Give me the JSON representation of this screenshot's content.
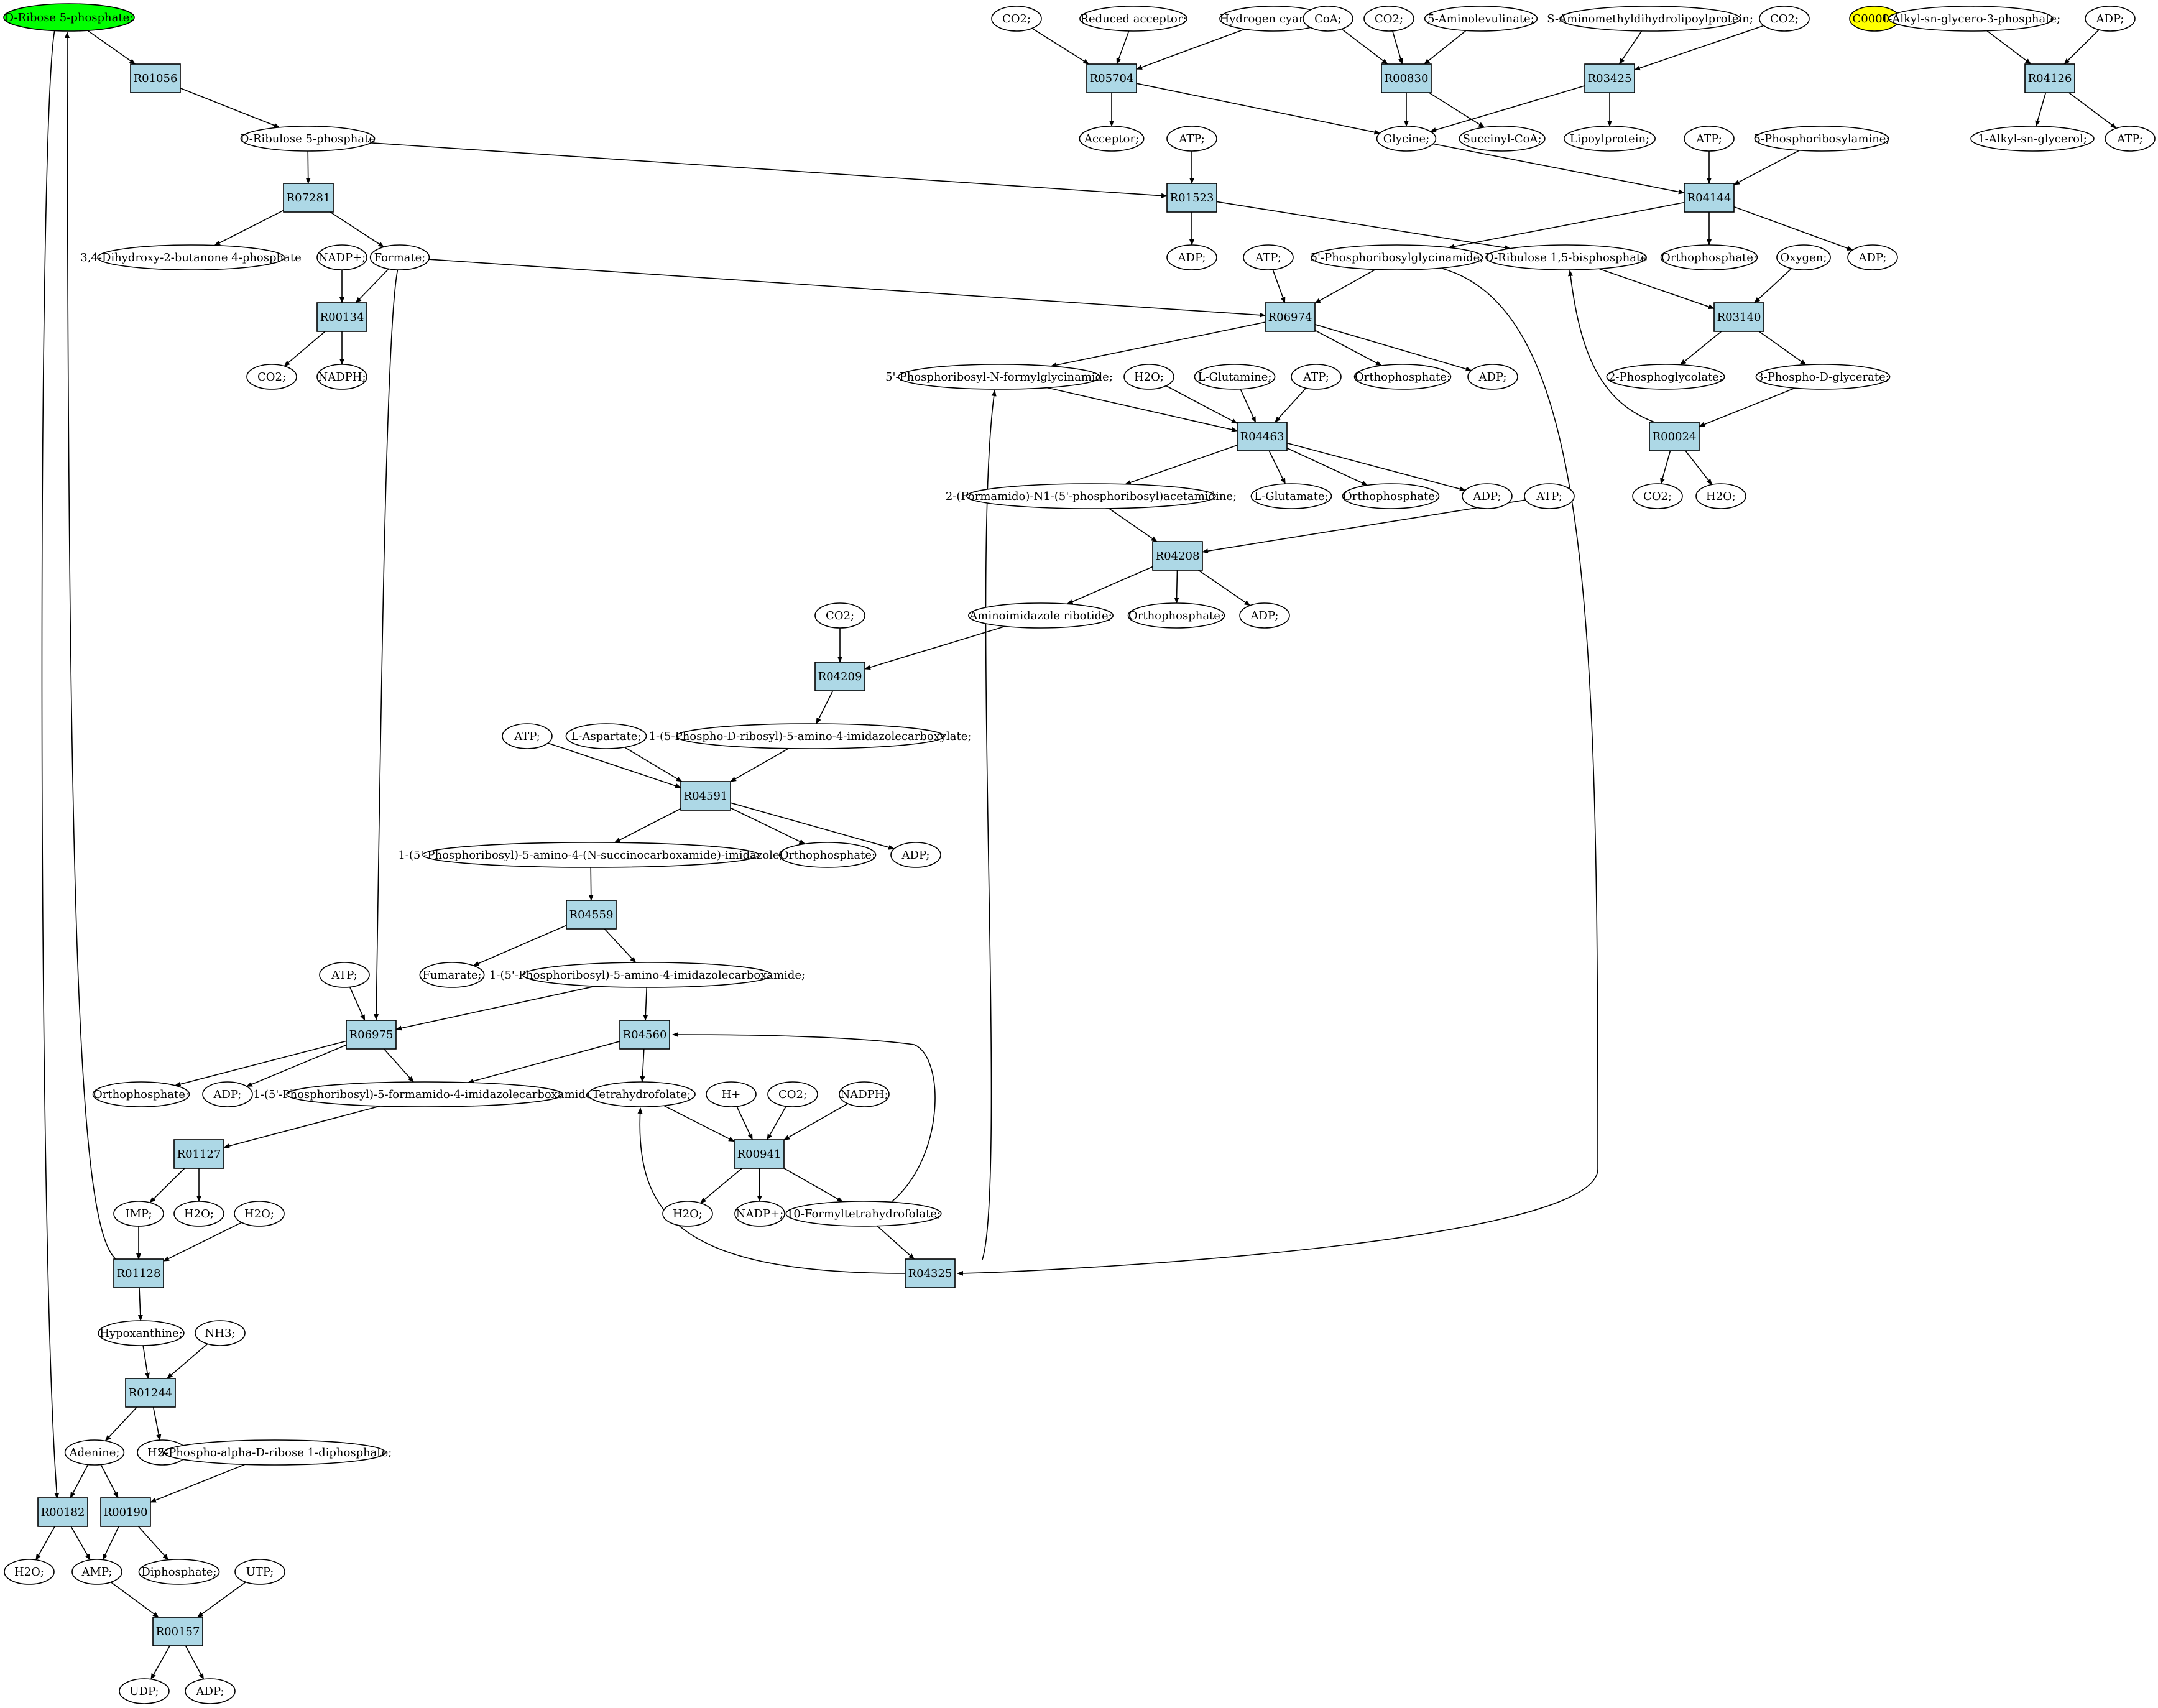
{
  "colors": {
    "reaction_fill": "#add8e6",
    "start_compound_fill": "#00ff00",
    "highlight_compound_fill": "#ffff00",
    "compound_fill": "#ffffff",
    "stroke": "#000000"
  },
  "nodes": [
    {
      "id": "c_rib5p",
      "label": "D-Ribose 5-phosphate;",
      "kind": "compound",
      "style": "start"
    },
    {
      "id": "R01056",
      "label": "R01056",
      "kind": "reaction"
    },
    {
      "id": "c_ru5p",
      "label": "D-Ribulose 5-phosphate",
      "kind": "compound"
    },
    {
      "id": "R07281",
      "label": "R07281",
      "kind": "reaction"
    },
    {
      "id": "c_dhbp",
      "label": "3,4-Dihydroxy-2-butanone 4-phosphate",
      "kind": "compound"
    },
    {
      "id": "c_formate",
      "label": "Formate;",
      "kind": "compound"
    },
    {
      "id": "c_nadpp1",
      "label": "NADP+;",
      "kind": "compound"
    },
    {
      "id": "R00134",
      "label": "R00134",
      "kind": "reaction"
    },
    {
      "id": "c_co2_134",
      "label": "CO2;",
      "kind": "compound"
    },
    {
      "id": "c_nadph1",
      "label": "NADPH;",
      "kind": "compound"
    },
    {
      "id": "c_co2_5704",
      "label": "CO2;",
      "kind": "compound"
    },
    {
      "id": "c_redacc",
      "label": "Reduced acceptor;",
      "kind": "compound"
    },
    {
      "id": "c_hcn",
      "label": "Hydrogen cyanide;",
      "kind": "compound"
    },
    {
      "id": "R05704",
      "label": "R05704",
      "kind": "reaction"
    },
    {
      "id": "c_acceptor",
      "label": "Acceptor;",
      "kind": "compound"
    },
    {
      "id": "c_coa",
      "label": "CoA;",
      "kind": "compound"
    },
    {
      "id": "c_co2_830",
      "label": "CO2;",
      "kind": "compound"
    },
    {
      "id": "c_ala",
      "label": "5-Aminolevulinate;",
      "kind": "compound"
    },
    {
      "id": "R00830",
      "label": "R00830",
      "kind": "reaction"
    },
    {
      "id": "c_glycine",
      "label": "Glycine;",
      "kind": "compound"
    },
    {
      "id": "c_succoa",
      "label": "Succinyl-CoA;",
      "kind": "compound"
    },
    {
      "id": "c_samdlp",
      "label": "S-Aminomethyldihydrolipoylprotein;",
      "kind": "compound"
    },
    {
      "id": "c_co2_3425",
      "label": "CO2;",
      "kind": "compound"
    },
    {
      "id": "R03425",
      "label": "R03425",
      "kind": "reaction"
    },
    {
      "id": "c_lipoyl",
      "label": "Lipoylprotein;",
      "kind": "compound"
    },
    {
      "id": "c_c00002",
      "label": "C00002",
      "kind": "compound",
      "style": "highlight"
    },
    {
      "id": "c_aggp",
      "label": "1-Alkyl-sn-glycero-3-phosphate;",
      "kind": "compound"
    },
    {
      "id": "c_adp_4126",
      "label": "ADP;",
      "kind": "compound"
    },
    {
      "id": "R04126",
      "label": "R04126",
      "kind": "reaction"
    },
    {
      "id": "c_asg",
      "label": "1-Alkyl-sn-glycerol;",
      "kind": "compound"
    },
    {
      "id": "c_atp_4126",
      "label": "ATP;",
      "kind": "compound"
    },
    {
      "id": "c_atp_1523",
      "label": "ATP;",
      "kind": "compound"
    },
    {
      "id": "R01523",
      "label": "R01523",
      "kind": "reaction"
    },
    {
      "id": "c_adp_1523",
      "label": "ADP;",
      "kind": "compound"
    },
    {
      "id": "c_atp_4144",
      "label": "ATP;",
      "kind": "compound"
    },
    {
      "id": "c_pra",
      "label": "5-Phosphoribosylamine;",
      "kind": "compound"
    },
    {
      "id": "R04144",
      "label": "R04144",
      "kind": "reaction"
    },
    {
      "id": "c_gar",
      "label": "5'-Phosphoribosylglycinamide;",
      "kind": "compound"
    },
    {
      "id": "c_rubp",
      "label": "D-Ribulose 1,5-bisphosphate",
      "kind": "compound"
    },
    {
      "id": "c_pi_4144",
      "label": "Orthophosphate;",
      "kind": "compound"
    },
    {
      "id": "c_adp_4144",
      "label": "ADP;",
      "kind": "compound"
    },
    {
      "id": "c_oxygen",
      "label": "Oxygen;",
      "kind": "compound"
    },
    {
      "id": "R03140",
      "label": "R03140",
      "kind": "reaction"
    },
    {
      "id": "c_2pg",
      "label": "2-Phosphoglycolate;",
      "kind": "compound"
    },
    {
      "id": "c_3pg",
      "label": "3-Phospho-D-glycerate;",
      "kind": "compound"
    },
    {
      "id": "R00024",
      "label": "R00024",
      "kind": "reaction"
    },
    {
      "id": "c_co2_24",
      "label": "CO2;",
      "kind": "compound"
    },
    {
      "id": "c_h2o_24",
      "label": "H2O;",
      "kind": "compound"
    },
    {
      "id": "c_atp_6974",
      "label": "ATP;",
      "kind": "compound"
    },
    {
      "id": "R06974",
      "label": "R06974",
      "kind": "reaction"
    },
    {
      "id": "c_fgar",
      "label": "5'-Phosphoribosyl-N-formylglycinamide;",
      "kind": "compound"
    },
    {
      "id": "c_pi_6974",
      "label": "Orthophosphate;",
      "kind": "compound"
    },
    {
      "id": "c_adp_6974",
      "label": "ADP;",
      "kind": "compound"
    },
    {
      "id": "c_h2o_4463",
      "label": "H2O;",
      "kind": "compound"
    },
    {
      "id": "c_gln",
      "label": "L-Glutamine;",
      "kind": "compound"
    },
    {
      "id": "c_atp_4463",
      "label": "ATP;",
      "kind": "compound"
    },
    {
      "id": "R04463",
      "label": "R04463",
      "kind": "reaction"
    },
    {
      "id": "c_fgam",
      "label": "2-(Formamido)-N1-(5'-phosphoribosyl)acetamidine;",
      "kind": "compound"
    },
    {
      "id": "c_glu",
      "label": "L-Glutamate;",
      "kind": "compound"
    },
    {
      "id": "c_pi_4463",
      "label": "Orthophosphate;",
      "kind": "compound"
    },
    {
      "id": "c_adp_4463",
      "label": "ADP;",
      "kind": "compound"
    },
    {
      "id": "c_atp_4208",
      "label": "ATP;",
      "kind": "compound"
    },
    {
      "id": "R04208",
      "label": "R04208",
      "kind": "reaction"
    },
    {
      "id": "c_air",
      "label": "Aminoimidazole ribotide;",
      "kind": "compound"
    },
    {
      "id": "c_pi_4208",
      "label": "Orthophosphate;",
      "kind": "compound"
    },
    {
      "id": "c_adp_4208",
      "label": "ADP;",
      "kind": "compound"
    },
    {
      "id": "c_co2_4209",
      "label": "CO2;",
      "kind": "compound"
    },
    {
      "id": "R04209",
      "label": "R04209",
      "kind": "reaction"
    },
    {
      "id": "c_cair",
      "label": "1-(5-Phospho-D-ribosyl)-5-amino-4-imidazolecarboxylate;",
      "kind": "compound"
    },
    {
      "id": "c_atp_4591",
      "label": "ATP;",
      "kind": "compound"
    },
    {
      "id": "c_asp",
      "label": "L-Aspartate;",
      "kind": "compound"
    },
    {
      "id": "R04591",
      "label": "R04591",
      "kind": "reaction"
    },
    {
      "id": "c_saicar",
      "label": "1-(5'-Phosphoribosyl)-5-amino-4-(N-succinocarboxamide)-imidazole;",
      "kind": "compound"
    },
    {
      "id": "c_pi_4591",
      "label": "Orthophosphate;",
      "kind": "compound"
    },
    {
      "id": "c_adp_4591",
      "label": "ADP;",
      "kind": "compound"
    },
    {
      "id": "R04559",
      "label": "R04559",
      "kind": "reaction"
    },
    {
      "id": "c_fumarate",
      "label": "Fumarate;",
      "kind": "compound"
    },
    {
      "id": "c_aicar",
      "label": "1-(5'-Phosphoribosyl)-5-amino-4-imidazolecarboxamide;",
      "kind": "compound"
    },
    {
      "id": "c_atp_6975",
      "label": "ATP;",
      "kind": "compound"
    },
    {
      "id": "R06975",
      "label": "R06975",
      "kind": "reaction"
    },
    {
      "id": "R04560",
      "label": "R04560",
      "kind": "reaction"
    },
    {
      "id": "c_pi_6975",
      "label": "Orthophosphate;",
      "kind": "compound"
    },
    {
      "id": "c_adp_6975",
      "label": "ADP;",
      "kind": "compound"
    },
    {
      "id": "c_faicar",
      "label": "1-(5'-Phosphoribosyl)-5-formamido-4-imidazolecarboxamide;",
      "kind": "compound"
    },
    {
      "id": "c_thf",
      "label": "Tetrahydrofolate;",
      "kind": "compound"
    },
    {
      "id": "c_hplus",
      "label": "H+",
      "kind": "compound"
    },
    {
      "id": "c_co2_941",
      "label": "CO2;",
      "kind": "compound"
    },
    {
      "id": "c_nadph_941",
      "label": "NADPH;",
      "kind": "compound"
    },
    {
      "id": "R00941",
      "label": "R00941",
      "kind": "reaction"
    },
    {
      "id": "c_h2o_941",
      "label": "H2O;",
      "kind": "compound"
    },
    {
      "id": "c_nadpp_941",
      "label": "NADP+;",
      "kind": "compound"
    },
    {
      "id": "c_10fthf",
      "label": "10-Formyltetrahydrofolate;",
      "kind": "compound"
    },
    {
      "id": "R04325",
      "label": "R04325",
      "kind": "reaction"
    },
    {
      "id": "R01127",
      "label": "R01127",
      "kind": "reaction"
    },
    {
      "id": "c_imp",
      "label": "IMP;",
      "kind": "compound"
    },
    {
      "id": "c_h2o_1127",
      "label": "H2O;",
      "kind": "compound"
    },
    {
      "id": "c_h2o_1128in",
      "label": "H2O;",
      "kind": "compound"
    },
    {
      "id": "R01128",
      "label": "R01128",
      "kind": "reaction"
    },
    {
      "id": "c_hypox",
      "label": "Hypoxanthine;",
      "kind": "compound"
    },
    {
      "id": "c_nh3",
      "label": "NH3;",
      "kind": "compound"
    },
    {
      "id": "R01244",
      "label": "R01244",
      "kind": "reaction"
    },
    {
      "id": "c_adenine",
      "label": "Adenine;",
      "kind": "compound"
    },
    {
      "id": "c_h2o_1244",
      "label": "H2O;",
      "kind": "compound"
    },
    {
      "id": "c_prpp",
      "label": "5-Phospho-alpha-D-ribose 1-diphosphate;",
      "kind": "compound"
    },
    {
      "id": "R00182",
      "label": "R00182",
      "kind": "reaction"
    },
    {
      "id": "R00190",
      "label": "R00190",
      "kind": "reaction"
    },
    {
      "id": "c_h2o_182",
      "label": "H2O;",
      "kind": "compound"
    },
    {
      "id": "c_amp",
      "label": "AMP;",
      "kind": "compound"
    },
    {
      "id": "c_ppi",
      "label": "Diphosphate;",
      "kind": "compound"
    },
    {
      "id": "c_utp",
      "label": "UTP;",
      "kind": "compound"
    },
    {
      "id": "R00157",
      "label": "R00157",
      "kind": "reaction"
    },
    {
      "id": "c_udp",
      "label": "UDP;",
      "kind": "compound"
    },
    {
      "id": "c_adp_157",
      "label": "ADP;",
      "kind": "compound"
    }
  ],
  "edges": [
    [
      "c_rib5p",
      "R01056"
    ],
    [
      "R01056",
      "c_ru5p"
    ],
    [
      "c_ru5p",
      "R07281"
    ],
    [
      "c_ru5p",
      "R01523"
    ],
    [
      "R07281",
      "c_dhbp"
    ],
    [
      "R07281",
      "c_formate"
    ],
    [
      "c_nadpp1",
      "R00134"
    ],
    [
      "c_formate",
      "R00134"
    ],
    [
      "R00134",
      "c_co2_134"
    ],
    [
      "R00134",
      "c_nadph1"
    ],
    [
      "c_formate",
      "R06974"
    ],
    [
      "c_formate",
      "R06975"
    ],
    [
      "c_co2_5704",
      "R05704"
    ],
    [
      "c_redacc",
      "R05704"
    ],
    [
      "c_hcn",
      "R05704"
    ],
    [
      "R05704",
      "c_acceptor"
    ],
    [
      "R05704",
      "c_glycine"
    ],
    [
      "c_coa",
      "R00830"
    ],
    [
      "c_co2_830",
      "R00830"
    ],
    [
      "c_ala",
      "R00830"
    ],
    [
      "R00830",
      "c_glycine"
    ],
    [
      "R00830",
      "c_succoa"
    ],
    [
      "c_samdlp",
      "R03425"
    ],
    [
      "c_co2_3425",
      "R03425"
    ],
    [
      "R03425",
      "c_glycine"
    ],
    [
      "R03425",
      "c_lipoyl"
    ],
    [
      "c_aggp",
      "R04126"
    ],
    [
      "c_adp_4126",
      "R04126"
    ],
    [
      "R04126",
      "c_asg"
    ],
    [
      "R04126",
      "c_atp_4126"
    ],
    [
      "c_atp_1523",
      "R01523"
    ],
    [
      "R01523",
      "c_adp_1523"
    ],
    [
      "R01523",
      "c_rubp"
    ],
    [
      "c_glycine",
      "R04144"
    ],
    [
      "c_atp_4144",
      "R04144"
    ],
    [
      "c_pra",
      "R04144"
    ],
    [
      "R04144",
      "c_gar"
    ],
    [
      "R04144",
      "c_pi_4144"
    ],
    [
      "R04144",
      "c_adp_4144"
    ],
    [
      "c_rubp",
      "R03140"
    ],
    [
      "c_oxygen",
      "R03140"
    ],
    [
      "R03140",
      "c_2pg"
    ],
    [
      "R03140",
      "c_3pg"
    ],
    [
      "c_3pg",
      "R00024"
    ],
    [
      "R00024",
      "c_rubp"
    ],
    [
      "R00024",
      "c_co2_24"
    ],
    [
      "R00024",
      "c_h2o_24"
    ],
    [
      "c_gar",
      "R06974"
    ],
    [
      "c_atp_6974",
      "R06974"
    ],
    [
      "R06974",
      "c_fgar"
    ],
    [
      "R06974",
      "c_pi_6974"
    ],
    [
      "R06974",
      "c_adp_6974"
    ],
    [
      "c_gar",
      "R04325"
    ],
    [
      "c_fgar",
      "R04463"
    ],
    [
      "c_h2o_4463",
      "R04463"
    ],
    [
      "c_gln",
      "R04463"
    ],
    [
      "c_atp_4463",
      "R04463"
    ],
    [
      "R04463",
      "c_fgam"
    ],
    [
      "R04463",
      "c_glu"
    ],
    [
      "R04463",
      "c_pi_4463"
    ],
    [
      "R04463",
      "c_adp_4463"
    ],
    [
      "c_fgam",
      "R04208"
    ],
    [
      "c_atp_4208",
      "R04208"
    ],
    [
      "R04208",
      "c_air"
    ],
    [
      "R04208",
      "c_pi_4208"
    ],
    [
      "R04208",
      "c_adp_4208"
    ],
    [
      "c_air",
      "R04209"
    ],
    [
      "c_co2_4209",
      "R04209"
    ],
    [
      "R04209",
      "c_cair"
    ],
    [
      "c_cair",
      "R04591"
    ],
    [
      "c_atp_4591",
      "R04591"
    ],
    [
      "c_asp",
      "R04591"
    ],
    [
      "R04591",
      "c_saicar"
    ],
    [
      "R04591",
      "c_pi_4591"
    ],
    [
      "R04591",
      "c_adp_4591"
    ],
    [
      "c_saicar",
      "R04559"
    ],
    [
      "R04559",
      "c_fumarate"
    ],
    [
      "R04559",
      "c_aicar"
    ],
    [
      "c_aicar",
      "R06975"
    ],
    [
      "c_aicar",
      "R04560"
    ],
    [
      "c_atp_6975",
      "R06975"
    ],
    [
      "R06975",
      "c_pi_6975"
    ],
    [
      "R06975",
      "c_adp_6975"
    ],
    [
      "R06975",
      "c_faicar"
    ],
    [
      "R04560",
      "c_faicar"
    ],
    [
      "R04560",
      "c_thf"
    ],
    [
      "c_10fthf",
      "R04560"
    ],
    [
      "c_thf",
      "R00941"
    ],
    [
      "c_hplus",
      "R00941"
    ],
    [
      "c_co2_941",
      "R00941"
    ],
    [
      "c_nadph_941",
      "R00941"
    ],
    [
      "R00941",
      "c_h2o_941"
    ],
    [
      "R00941",
      "c_nadpp_941"
    ],
    [
      "R00941",
      "c_10fthf"
    ],
    [
      "c_10fthf",
      "R04325"
    ],
    [
      "R04325",
      "c_thf"
    ],
    [
      "R04325",
      "c_fgar"
    ],
    [
      "c_faicar",
      "R01127"
    ],
    [
      "R01127",
      "c_imp"
    ],
    [
      "R01127",
      "c_h2o_1127"
    ],
    [
      "c_imp",
      "R01128"
    ],
    [
      "c_h2o_1128in",
      "R01128"
    ],
    [
      "R01128",
      "c_rib5p"
    ],
    [
      "R01128",
      "c_hypox"
    ],
    [
      "c_hypox",
      "R01244"
    ],
    [
      "c_nh3",
      "R01244"
    ],
    [
      "R01244",
      "c_adenine"
    ],
    [
      "R01244",
      "c_h2o_1244"
    ],
    [
      "c_rib5p",
      "R00182"
    ],
    [
      "c_adenine",
      "R00182"
    ],
    [
      "c_adenine",
      "R00190"
    ],
    [
      "c_prpp",
      "R00190"
    ],
    [
      "R00182",
      "c_h2o_182"
    ],
    [
      "R00182",
      "c_amp"
    ],
    [
      "R00190",
      "c_amp"
    ],
    [
      "R00190",
      "c_ppi"
    ],
    [
      "c_amp",
      "R00157"
    ],
    [
      "c_utp",
      "R00157"
    ],
    [
      "R00157",
      "c_udp"
    ],
    [
      "R00157",
      "c_adp_157"
    ]
  ]
}
